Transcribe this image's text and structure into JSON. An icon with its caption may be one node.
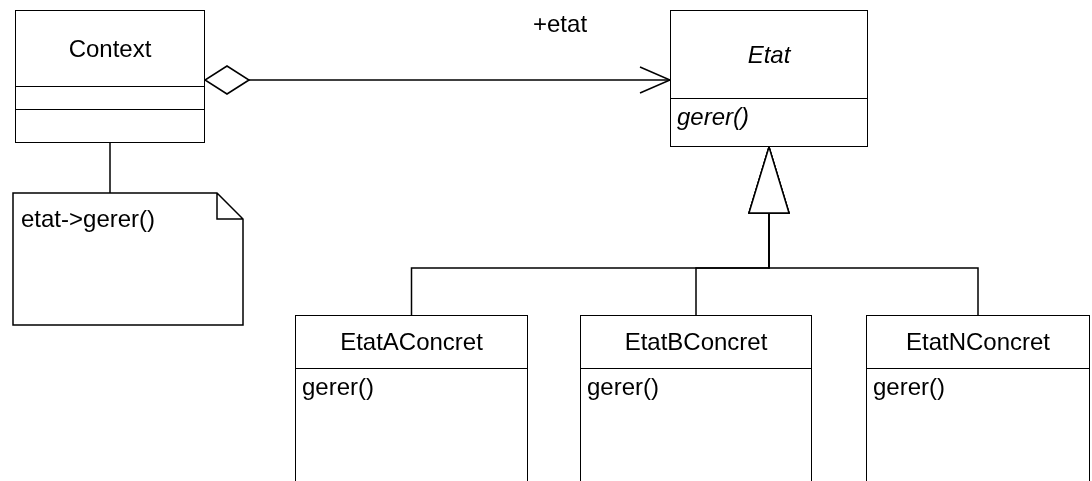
{
  "diagram": {
    "nodes": [
      {
        "text": [
          "Context"
        ]
      },
      {
        "text": [
          "etat->gerer()"
        ]
      },
      {
        "text": [
          "Etat",
          "gerer()"
        ]
      },
      {
        "text": [
          "EtatAConcret",
          "gerer()"
        ]
      },
      {
        "text": [
          "EtatBConcret",
          "gerer()"
        ]
      },
      {
        "text": [
          "EtatNConcret",
          "gerer()"
        ]
      }
    ],
    "edges": [
      {
        "from": 0,
        "to": 1,
        "arrow": "none"
      },
      {
        "from": 0,
        "to": 2,
        "arrow": "to",
        "label": "+etat"
      },
      {
        "from": 3,
        "to": 2,
        "arrow": "to"
      },
      {
        "from": 4,
        "to": 2,
        "arrow": "to"
      },
      {
        "from": 5,
        "to": 2,
        "arrow": "to"
      }
    ]
  }
}
